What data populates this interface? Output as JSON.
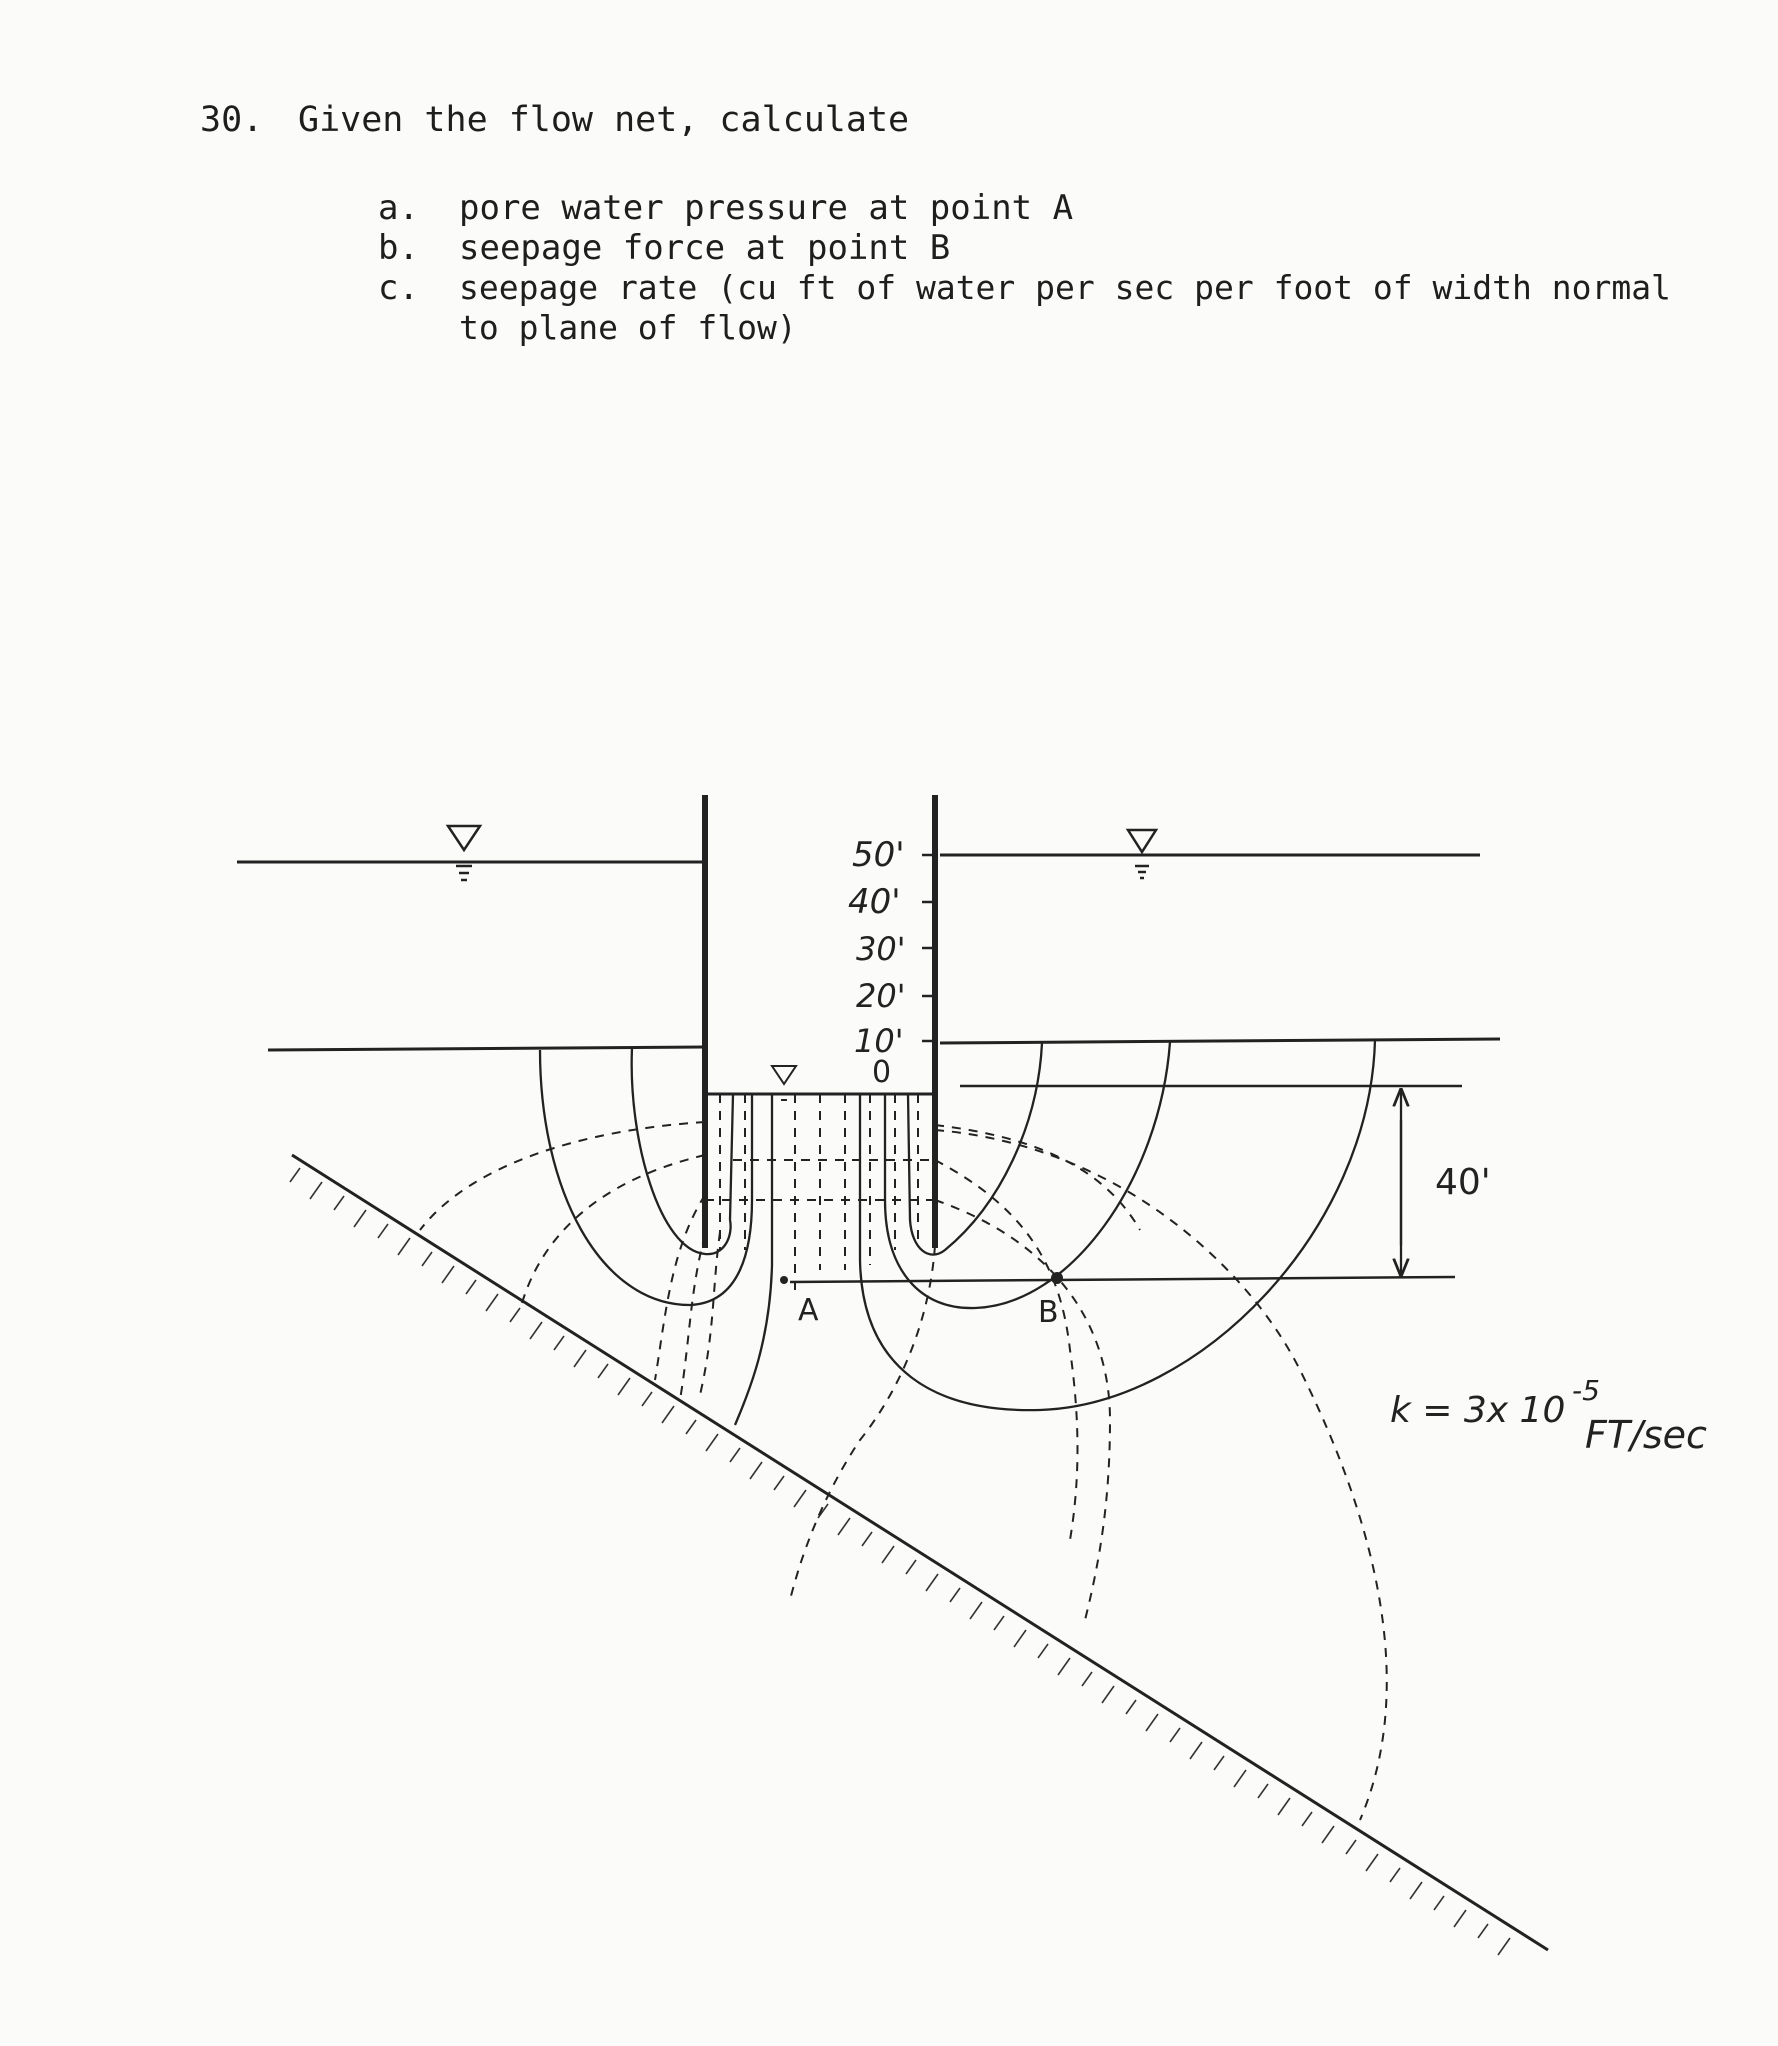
{
  "question": {
    "number": "30.",
    "prompt": "Given the flow net, calculate",
    "items": [
      {
        "label": "a.",
        "text": "pore water pressure at point A"
      },
      {
        "label": "b.",
        "text": "seepage force at point B"
      },
      {
        "label": "c.",
        "text": "seepage rate (cu ft of water per sec per foot of width normal"
      },
      {
        "label": "",
        "text": "to plane of flow)"
      }
    ]
  },
  "figure": {
    "scale_labels": [
      "50'",
      "40'",
      "30'",
      "20'",
      "10'",
      "0"
    ],
    "dimension_label": "40'",
    "point_a_label": "A",
    "point_b_label": "B",
    "permeability_label": "k = 3x 10",
    "permeability_exponent": "-5",
    "permeability_units": "FT/sec"
  }
}
